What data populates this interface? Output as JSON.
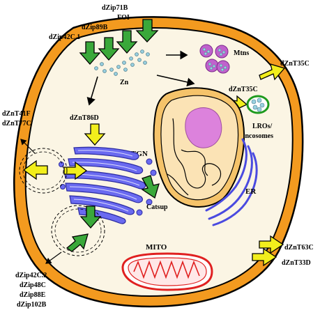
{
  "labels": {
    "zip71b": "dZip71B",
    "foi": "FOI",
    "zip89b": "dZip89B",
    "zip42c1": "dZip42C.1",
    "zn": "Zn",
    "mtns": "Mtns",
    "znt35c_out": "dZnT35C",
    "znt35c_in": "dZnT35C",
    "lros": "LROs/",
    "zincosomes": "Zincosomes",
    "znt41f": "dZnT41F",
    "znt77c": "dZnT77C",
    "znt86d": "dZnT86D",
    "tgn": "TGN",
    "catsup": "Catsup",
    "er": "ER",
    "mito": "MITO",
    "znt63c": "dZnT63C",
    "znt33d": "dZnT33D",
    "zip42c2": "dZip42C.2",
    "zip48c": "dZip48C",
    "zip88e": "dZip88E",
    "zip102b": "dZip102B"
  },
  "colors": {
    "membrane": "#f39a1f",
    "cytoplasm": "#fbf5e4",
    "nucleus": "#f5c36a",
    "nucleolus": "#dc82dc",
    "golgi": "#3b3bd6",
    "er": "#4a4ae0",
    "mito": "#e02020",
    "zinc": "#9ad0e0",
    "mtns": "#c062cc",
    "lro": "#1e9a1e",
    "importer_arrow": "#3aa83a",
    "exporter_arrow": "#f2ee1c"
  }
}
